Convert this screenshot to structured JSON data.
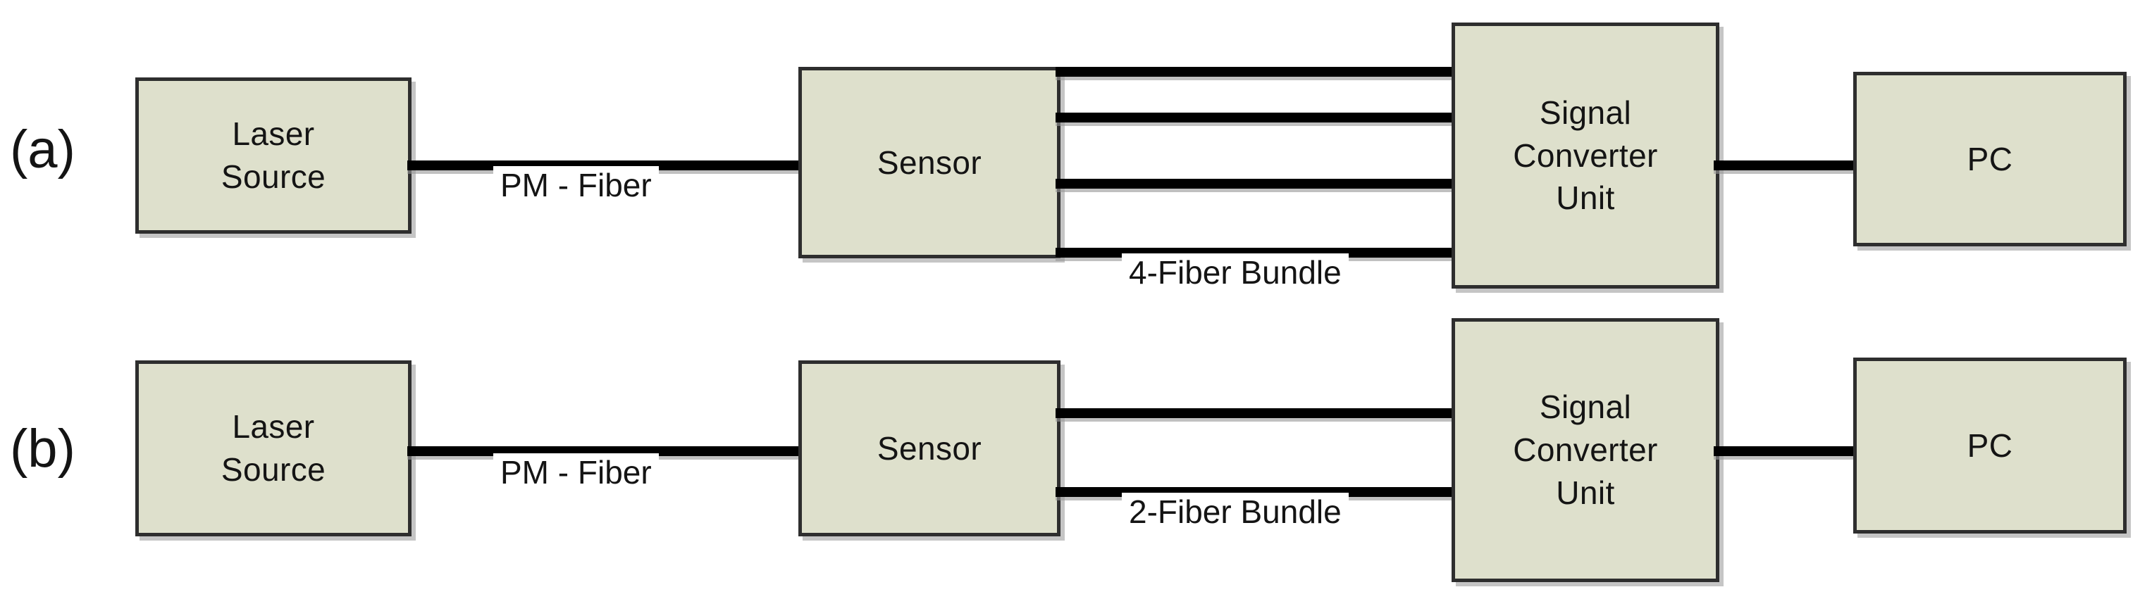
{
  "figure": {
    "background_color": "#ffffff",
    "box_fill_color": "#dee0cc",
    "box_border_color": "#2e2e2e",
    "wire_color": "#000000",
    "text_color": "#141414"
  },
  "panels": [
    {
      "letter": "(a)",
      "nodes": {
        "laser_source": {
          "line1": "Laser",
          "line2": "Source"
        },
        "sensor": {
          "line1": "Sensor"
        },
        "signal_converter": {
          "line1": "Signal",
          "line2": "Converter",
          "line3": "Unit"
        },
        "pc": {
          "line1": "PC"
        }
      },
      "links": {
        "pm_fiber": "PM - Fiber",
        "bundle": "4-Fiber Bundle",
        "bundle_fiber_count": 4
      }
    },
    {
      "letter": "(b)",
      "nodes": {
        "laser_source": {
          "line1": "Laser",
          "line2": "Source"
        },
        "sensor": {
          "line1": "Sensor"
        },
        "signal_converter": {
          "line1": "Signal",
          "line2": "Converter",
          "line3": "Unit"
        },
        "pc": {
          "line1": "PC"
        }
      },
      "links": {
        "pm_fiber": "PM - Fiber",
        "bundle": "2-Fiber Bundle",
        "bundle_fiber_count": 2
      }
    }
  ]
}
